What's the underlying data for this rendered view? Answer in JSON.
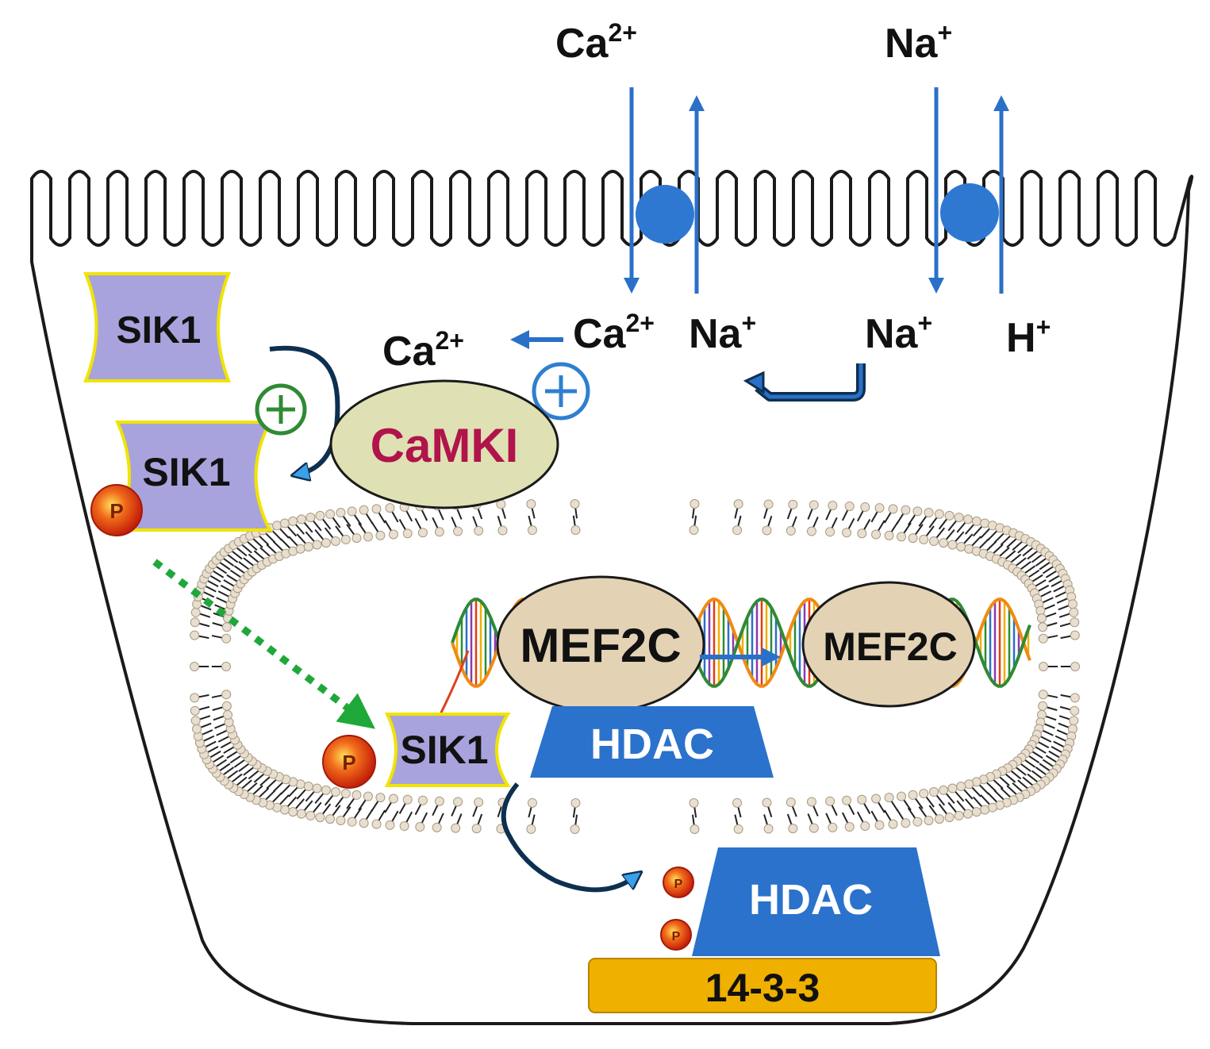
{
  "ions": {
    "ca_out": "Ca",
    "ca_out_sup": "2+",
    "na_out": "Na",
    "na_out_sup": "+",
    "ca_in": "Ca",
    "ca_in_sup": "2+",
    "na_in1": "Na",
    "na_in1_sup": "+",
    "na_in2": "Na",
    "na_in2_sup": "+",
    "h_in": "H",
    "h_in_sup": "+",
    "ca_cyto": "Ca",
    "ca_cyto_sup": "2+"
  },
  "proteins": {
    "sik1_top": "SIK1",
    "sik1_mid": "SIK1",
    "sik1_nuc": "SIK1",
    "camki": "CaMKI",
    "mef2c_1": "MEF2C",
    "mef2c_2": "MEF2C",
    "hdac_nuc": "HDAC",
    "hdac_cyto": "HDAC",
    "protein_1433": "14-3-3"
  },
  "symbols": {
    "phospho": "P",
    "plus": "+"
  },
  "colors": {
    "membrane": "#1a1a1a",
    "transporter": "#2e78d2",
    "arrow_blue": "#2a70c8",
    "sik1_fill": "#a9a3dd",
    "sik1_border": "#f0e400",
    "camki_fill": "#dfe0b4",
    "camki_text": "#b0144a",
    "mef2c_fill": "#e3d3b4",
    "hdac_fill": "#2a72cc",
    "box_1433": "#f0b000",
    "phospho": "#e53a10",
    "plus_green": "#2f8a34",
    "plus_blue": "#2f7fd0",
    "dotted_green": "#1fa83a",
    "curved_arrow": "#0d3050",
    "nucleus_bead": "#e9dfd0"
  }
}
